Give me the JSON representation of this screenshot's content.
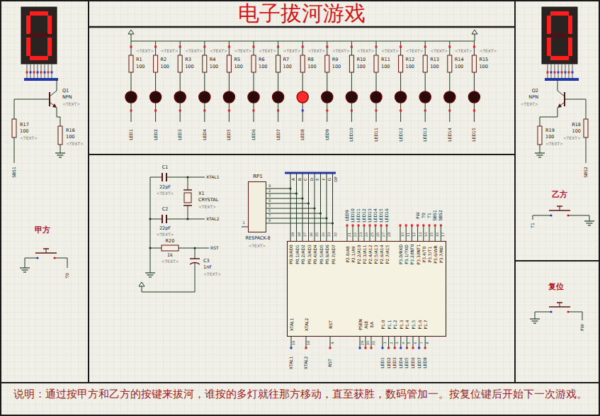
{
  "diagram": {
    "title": "电子拔河游戏",
    "caption": "说明：通过按甲方和乙方的按键来拔河，谁按的多灯就往那方移动，直至获胜，数码管加一。按复位键后开始下一次游戏。",
    "nodes": [
      {
        "text": [
          "RP1",
          "RESPACK-8"
        ]
      },
      {
        "text": [
          "P0.0/AD0",
          "P0.1/AD1",
          "P0.2/AD2",
          "P0.3/AD3",
          "P0.4/AD4",
          "P0.5/AD5",
          "P0.6/AD6",
          "P0.7/AD7",
          "P2.0/A8",
          "P2.1/A9",
          "P2.2/A10",
          "P2.3/A11",
          "P2.4/A12",
          "P2.5/A13",
          "P2.6/A14",
          "P2.7/A15",
          "P3.0/RXD",
          "P3.1/TXD",
          "P3.2/INT0",
          "P3.3/INT1",
          "P3.4/T0",
          "P3.5/T1",
          "P3.6/WR",
          "P3.7/RD",
          "XTAL1",
          "XTAL2",
          "RST",
          "PSEN",
          "ALE",
          "EA",
          "P1.0",
          "P1.1",
          "P1.2",
          "P1.3",
          "P1.4",
          "P1.5",
          "P1.6",
          "P1.7"
        ]
      }
    ],
    "labels": [
      "Q1",
      "NPN",
      "<TEXT>",
      "R17",
      "100",
      "<TEXT>",
      "R16",
      "100",
      "<TEXT>",
      "SBS1",
      "甲方",
      "T0",
      "<TEXT>",
      "R1",
      "100",
      "<TEXT>",
      "R2",
      "100",
      "<TEXT>",
      "R3",
      "100",
      "<TEXT>",
      "R4",
      "100",
      "<TEXT>",
      "R5",
      "100",
      "<TEXT>",
      "R6",
      "100",
      "<TEXT>",
      "R7",
      "100",
      "<TEXT>",
      "R8",
      "100",
      "<TEXT>",
      "R9",
      "100",
      "<TEXT>",
      "R10",
      "100",
      "<TEXT>",
      "R11",
      "100",
      "<TEXT>",
      "R12",
      "100",
      "<TEXT>",
      "R13",
      "100",
      "<TEXT>",
      "R14",
      "100",
      "<TEXT>",
      "R15",
      "100",
      "LED1",
      "LED2",
      "LED3",
      "LED4",
      "LED5",
      "LED6",
      "LED7",
      "LED8",
      "LED9",
      "LED10",
      "LED11",
      "LED12",
      "LED13",
      "LED14",
      "LED15",
      "Q2",
      "NPN",
      "<TEXT>",
      "R19",
      "100",
      "<TEXT>",
      "R18",
      "100",
      "<TEXT>",
      "SBS2",
      "乙方",
      "T1",
      "复位",
      "FW",
      "C1",
      "22pF",
      "<TEXT>",
      "XTAL1",
      "X1",
      "CRYSTAL",
      "<TEXT>",
      "XTAL2",
      "C2",
      "22pF",
      "<TEXT>",
      "R20",
      "1k",
      "<TEXT>",
      "RST",
      "C3",
      "1nF",
      "<TEXT>",
      "<TEXT>",
      "9",
      "2",
      "3",
      "4",
      "5",
      "6",
      "7",
      "8",
      "1",
      "A",
      "B",
      "C",
      "D",
      "E",
      "F",
      "G",
      "DP",
      "39",
      "38",
      "37",
      "36",
      "35",
      "34",
      "33",
      "32",
      "21",
      "22",
      "23",
      "24",
      "25",
      "26",
      "27",
      "28",
      "10",
      "11",
      "12",
      "13",
      "14",
      "15",
      "16",
      "17",
      "LED9",
      "LED10",
      "LED11",
      "LED12",
      "LED13",
      "LED14",
      "LED15",
      "LED16",
      "FW",
      "T0",
      "T1",
      "SBS1",
      "SBS2",
      "19",
      "18",
      "9",
      "29",
      "30",
      "31",
      "1",
      "2",
      "3",
      "4",
      "5",
      "6",
      "7",
      "8",
      "XTAL1",
      "XTAL2",
      "RST",
      "LED1",
      "LED2",
      "LED3",
      "LED4",
      "LED5",
      "LED6",
      "LED7",
      "LED8"
    ]
  }
}
